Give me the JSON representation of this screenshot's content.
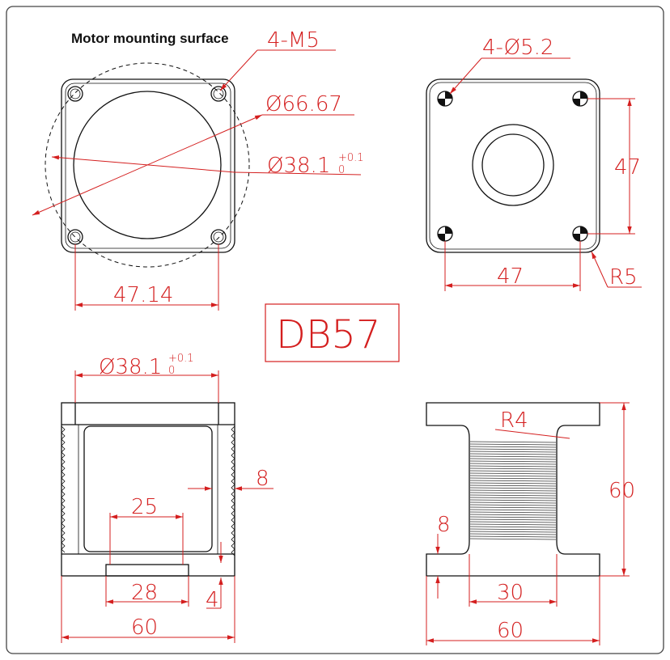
{
  "note": "Motor mounting surface",
  "title": "DB57",
  "top_left": {
    "thread": "4-M5",
    "pitch_circle": "Ø66.67",
    "bore": "Ø38.1",
    "bore_tol_upper": "+0.1",
    "bore_tol_lower": "0",
    "hole_spacing": "47.14"
  },
  "top_right": {
    "holes": "4-Ø5.2",
    "vertical_spacing": "47",
    "horizontal_spacing": "47",
    "corner_radius": "R5"
  },
  "bottom_left": {
    "bore": "Ø38.1",
    "bore_tol_upper": "+0.1",
    "bore_tol_lower": "0",
    "depth": "8",
    "inner_width": "25",
    "boss_width": "28",
    "boss_height": "4",
    "overall_width": "60"
  },
  "bottom_right": {
    "fillet": "R4",
    "height": "60",
    "flange_thickness": "8",
    "waist_width": "30",
    "overall_width": "60"
  },
  "colors": {
    "dimension": "#d41f1f",
    "outline": "#111111"
  }
}
